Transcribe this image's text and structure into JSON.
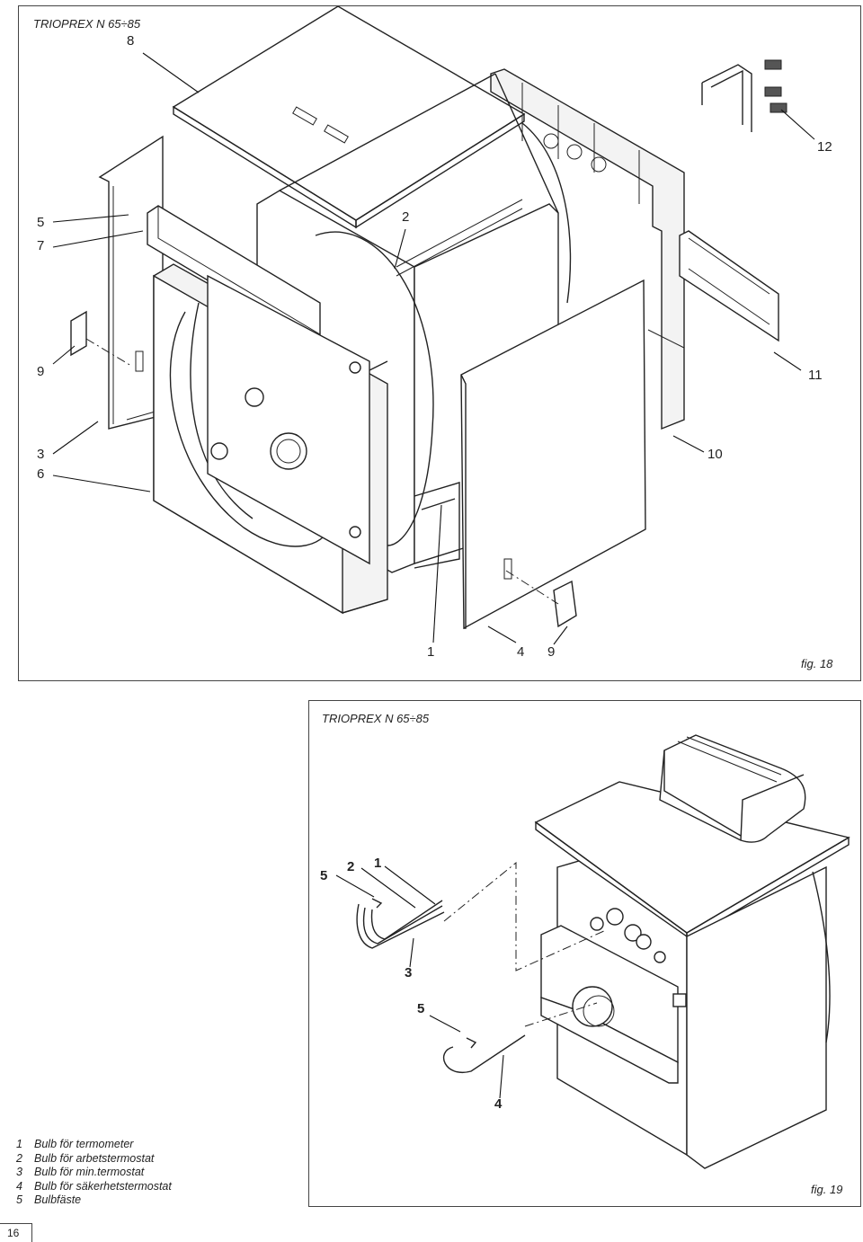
{
  "figure_18": {
    "title": "TRIOPREX N 65÷85",
    "label": "fig. 18",
    "callouts": [
      "8",
      "12",
      "2",
      "5",
      "7",
      "9",
      "11",
      "3",
      "6",
      "10",
      "1",
      "4",
      "9"
    ]
  },
  "figure_19": {
    "title": "TRIOPREX N 65÷85",
    "label": "fig. 19",
    "callouts": [
      "5",
      "2",
      "1",
      "3",
      "5",
      "4"
    ]
  },
  "legend": [
    {
      "num": "1",
      "text": "Bulb för termometer"
    },
    {
      "num": "2",
      "text": "Bulb för arbetstermostat"
    },
    {
      "num": "3",
      "text": "Bulb för min.termostat"
    },
    {
      "num": "4",
      "text": "Bulb för säkerhetstermostat"
    },
    {
      "num": "5",
      "text": "Bulbfäste"
    }
  ],
  "page_number": "16"
}
